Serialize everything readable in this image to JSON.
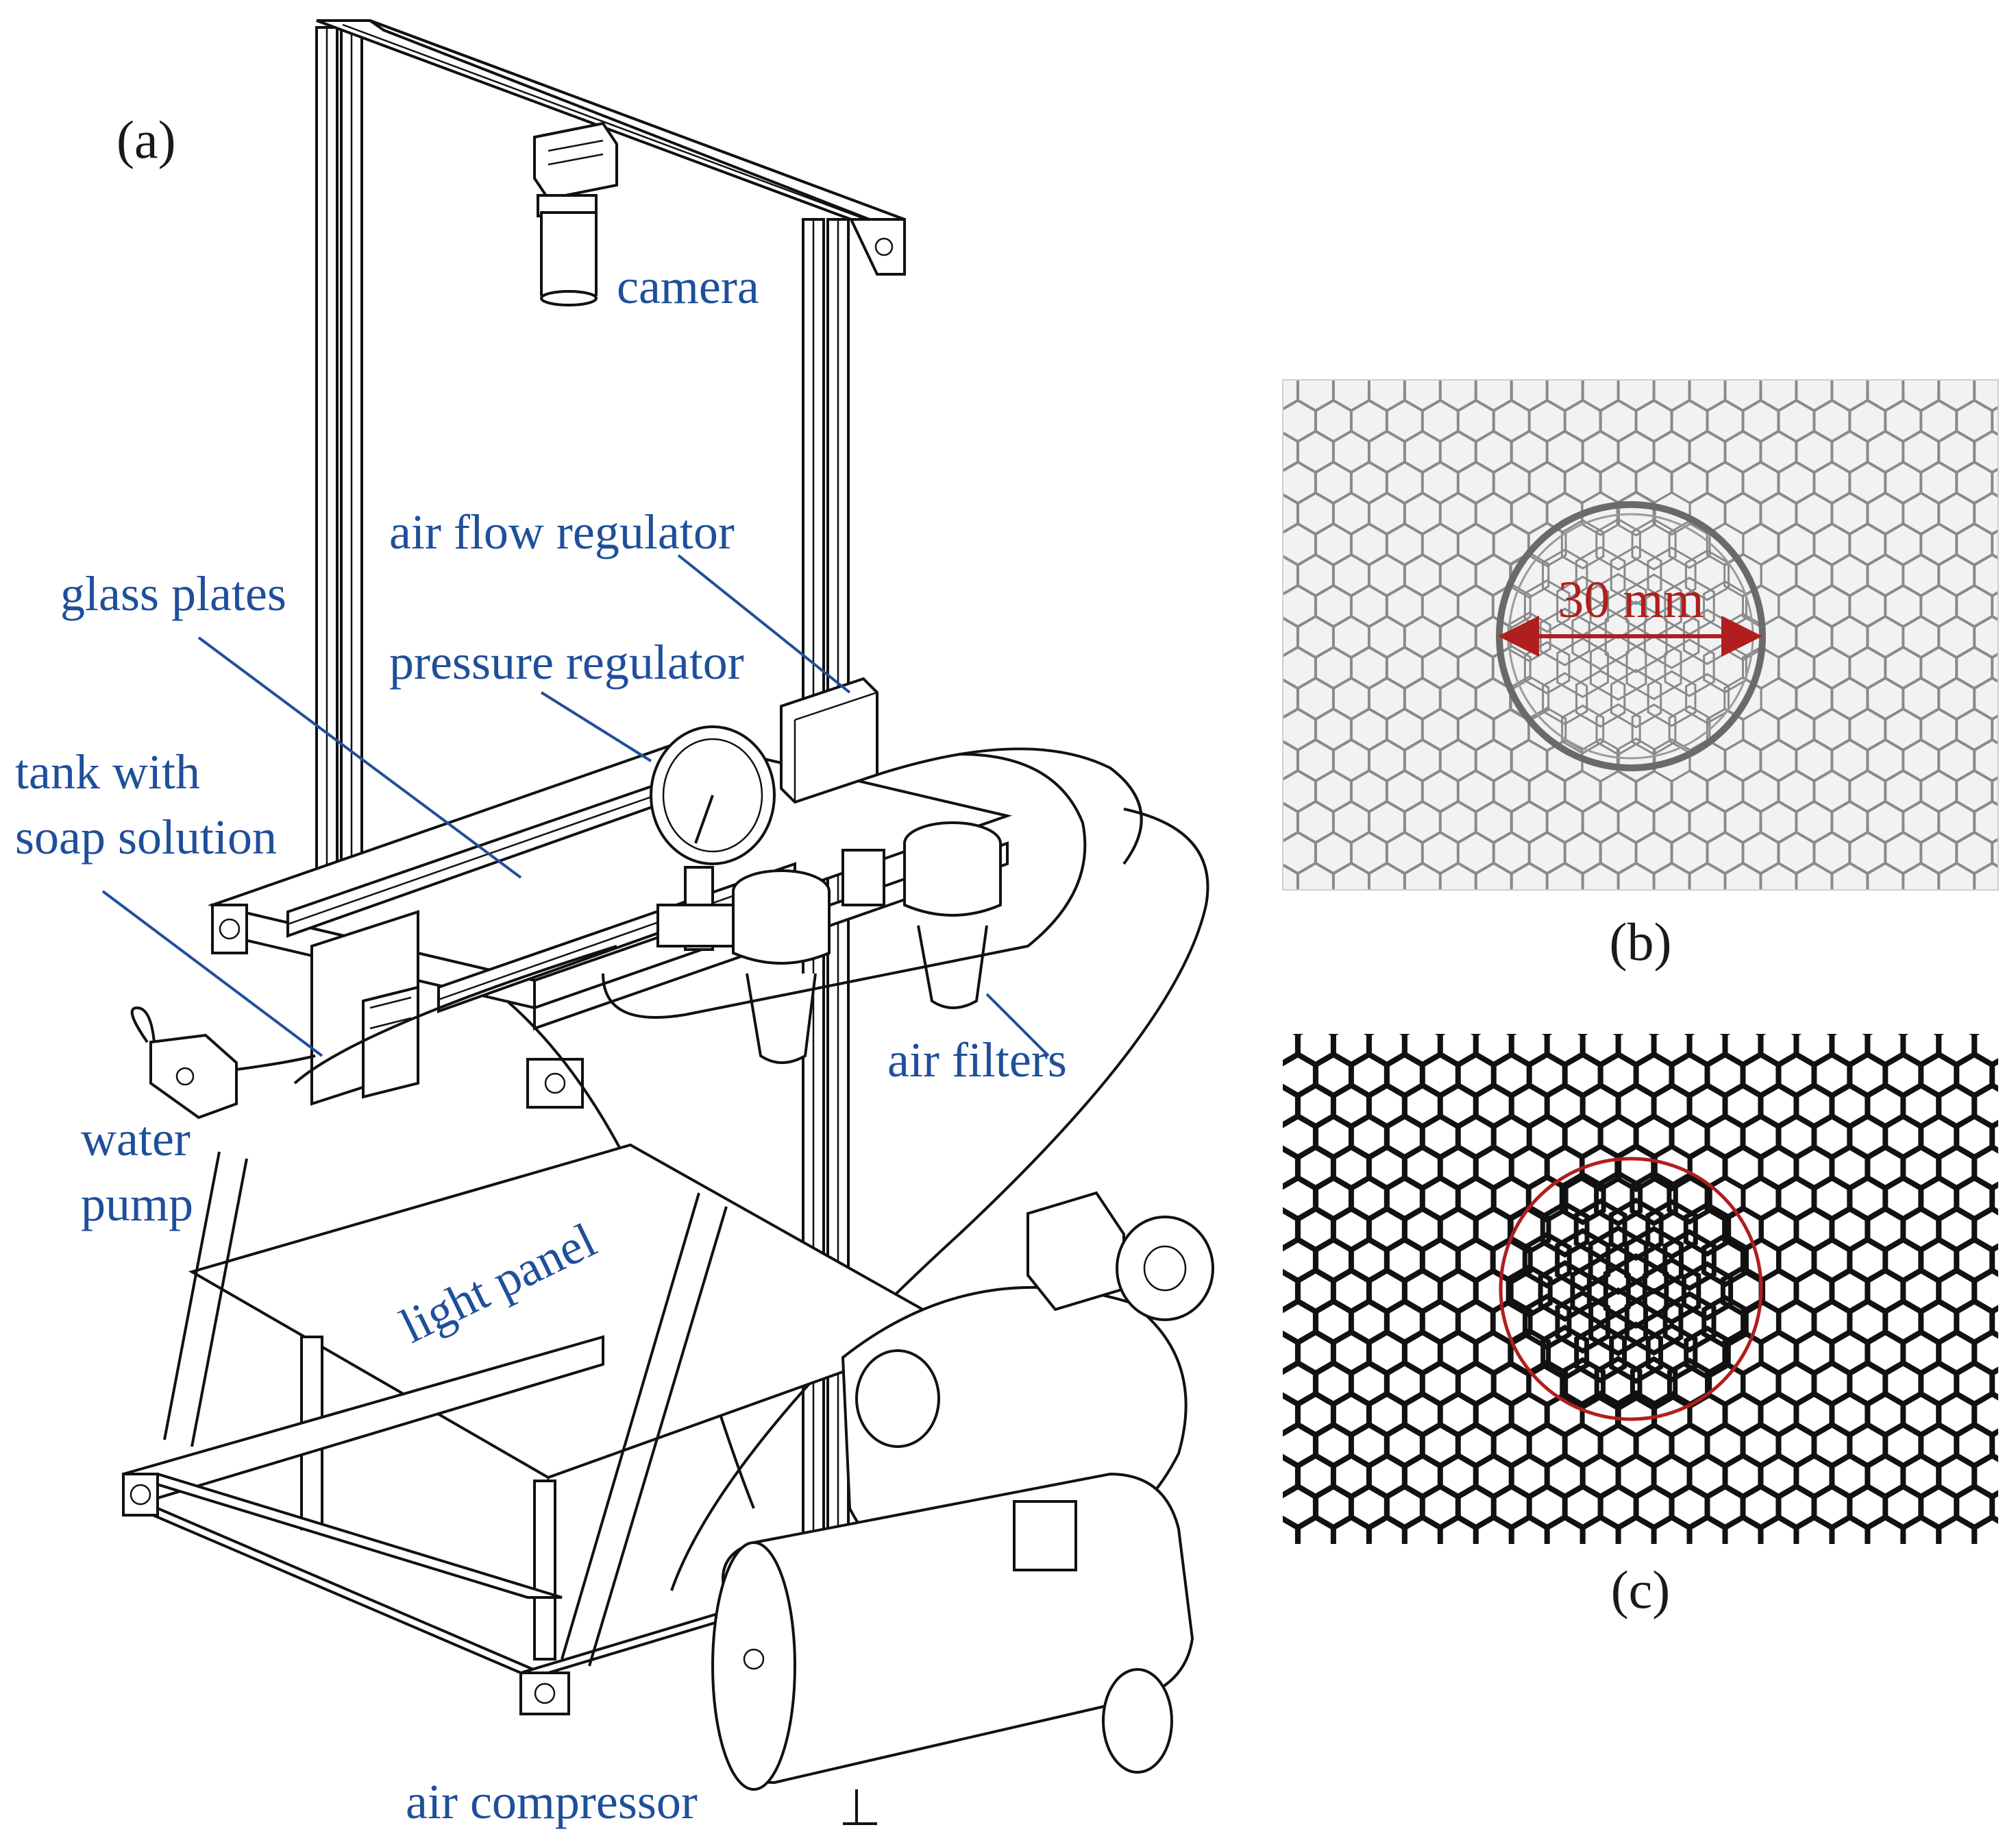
{
  "panels": {
    "a": "(a)",
    "b": "(b)",
    "c": "(c)"
  },
  "labels": {
    "camera": "camera",
    "air_flow_regulator": "air flow regulator",
    "glass_plates": "glass plates",
    "pressure_regulator": "pressure regulator",
    "tank_line1": "tank with",
    "tank_line2": "soap solution",
    "air_filters": "air filters",
    "water_line1": "water",
    "water_line2": "pump",
    "light_panel": "light panel",
    "air_compressor": "air compressor"
  },
  "measurement": {
    "text": "30 mm"
  },
  "colors": {
    "label_blue": "#1f4f9a",
    "measure_red": "#b01e1e",
    "circle_red": "#b01e1e",
    "line_black": "#111111",
    "photo_bg": "#f2f2f2",
    "photo_edge": "#8a8a8a"
  }
}
